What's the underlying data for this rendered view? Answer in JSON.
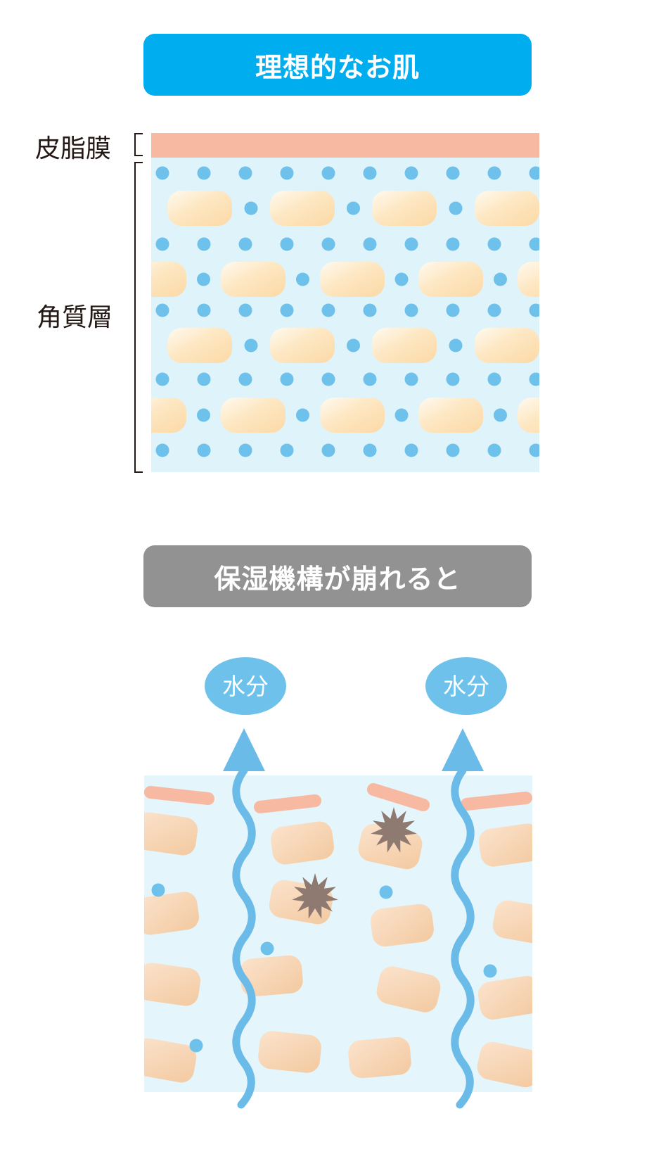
{
  "ideal": {
    "title": "理想的なお肌",
    "title_color": "#00aeef",
    "labels": {
      "sebum": "皮脂膜",
      "stratum": "角質層"
    }
  },
  "broken": {
    "title": "保湿機構が崩れると",
    "title_color": "#929292",
    "water_label": "水分"
  },
  "colors": {
    "sebum_film": "#f7b9a1",
    "layer_bg": "#dff3fb",
    "broken_bg": "#e4f5fb",
    "dot": "#6ec1ea",
    "arrow": "#6bbbe9",
    "water_bubble": "#6ec1ea",
    "cell_ideal": "#fde0b4",
    "cell_broken": "#f5d1ae",
    "damage": "#8f7a72"
  }
}
